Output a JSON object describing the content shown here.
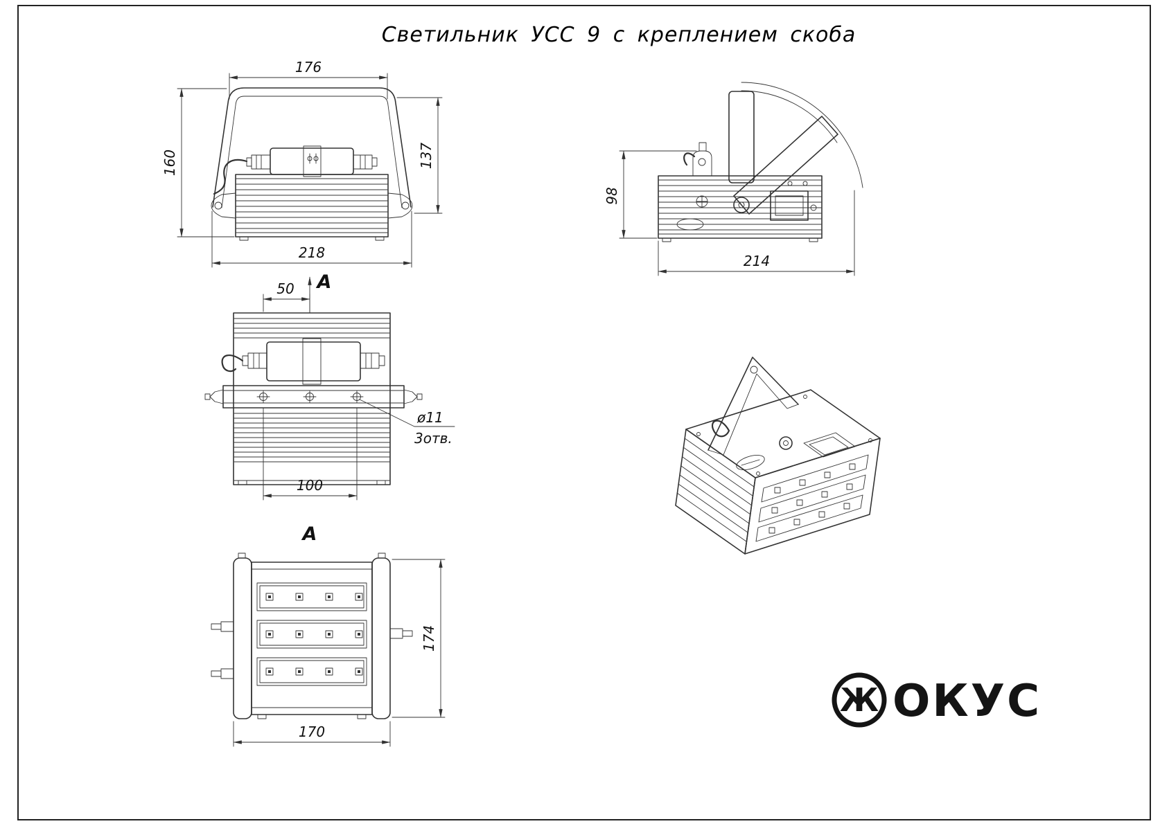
{
  "colors": {
    "ink": "#333333",
    "text": "#111111",
    "background": "#ffffff"
  },
  "title": "Светильник УСС 9 с креплением скоба",
  "views": {
    "front": {
      "dim_bracket_width": "176",
      "dim_total_height": "160",
      "dim_body_height": "137",
      "dim_total_width": "218"
    },
    "side": {
      "dim_height": "98",
      "dim_width": "214"
    },
    "top": {
      "view_arrow_label": "А",
      "dim_hole_pitch_small": "50",
      "dim_hole_pitch": "100",
      "hole_callout_diameter": "ø11",
      "hole_callout_count": "3отв."
    },
    "section_a": {
      "label": "А",
      "dim_width": "170",
      "dim_height": "174"
    }
  },
  "logo": {
    "symbol": "Ж",
    "wordmark": "ОКУС"
  }
}
